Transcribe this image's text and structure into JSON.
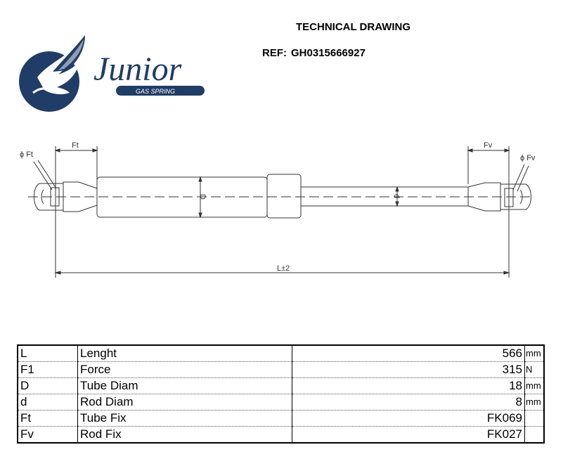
{
  "header": {
    "title": "TECHNICAL DRAWING",
    "ref_label": "REF:",
    "ref_value": "GH0315666927"
  },
  "logo": {
    "brand": "Junior",
    "tagline": "GAS SPRING",
    "icon": "winged-emblem-icon",
    "color": "#1f3d66"
  },
  "drawing": {
    "labels": {
      "tube_fix_diameter": "ϕ Ft",
      "tube_fix": "Ft",
      "rod_fix": "Fv",
      "rod_fix_diameter": "ϕ Fv",
      "tube_diameter": "D",
      "rod_diameter": "d",
      "length": "L±2"
    }
  },
  "specs": {
    "rows": [
      {
        "symbol": "L",
        "name": "Lenght",
        "value": "566",
        "unit": "mm"
      },
      {
        "symbol": "F1",
        "name": "Force",
        "value": "315",
        "unit": "N"
      },
      {
        "symbol": "D",
        "name": "Tube Diam",
        "value": "18",
        "unit": "mm"
      },
      {
        "symbol": "d",
        "name": "Rod Diam",
        "value": "8",
        "unit": "mm"
      },
      {
        "symbol": "Ft",
        "name": "Tube Fix",
        "value": "FK069",
        "unit": ""
      },
      {
        "symbol": "Fv",
        "name": "Rod Fix",
        "value": "FK027",
        "unit": ""
      }
    ]
  }
}
